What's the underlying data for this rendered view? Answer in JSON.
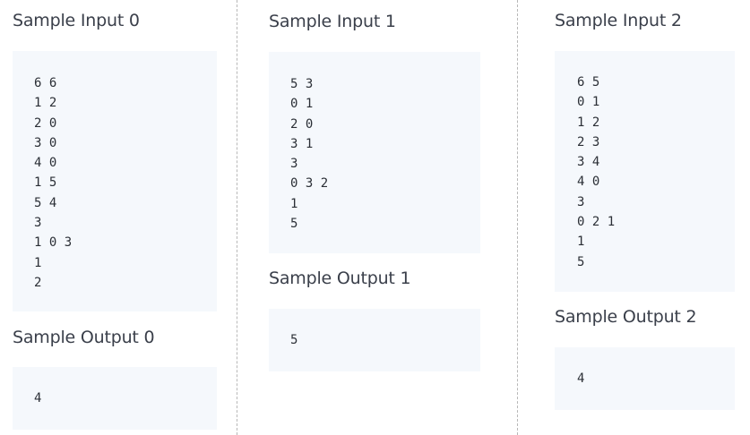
{
  "samples": [
    {
      "input_title": "Sample Input 0",
      "input_text": "6 6\n1 2\n2 0\n3 0\n4 0\n1 5\n5 4\n3\n1 0 3\n1\n2",
      "output_title": "Sample Output 0",
      "output_text": "4"
    },
    {
      "input_title": "Sample Input 1",
      "input_text": "5 3\n0 1\n2 0\n3 1\n3\n0 3 2\n1\n5",
      "output_title": "Sample Output 1",
      "output_text": "5"
    },
    {
      "input_title": "Sample Input 2",
      "input_text": "6 5\n0 1\n1 2\n2 3\n3 4\n4 0\n3\n0 2 1\n1\n5",
      "output_title": "Sample Output 2",
      "output_text": "4"
    }
  ]
}
